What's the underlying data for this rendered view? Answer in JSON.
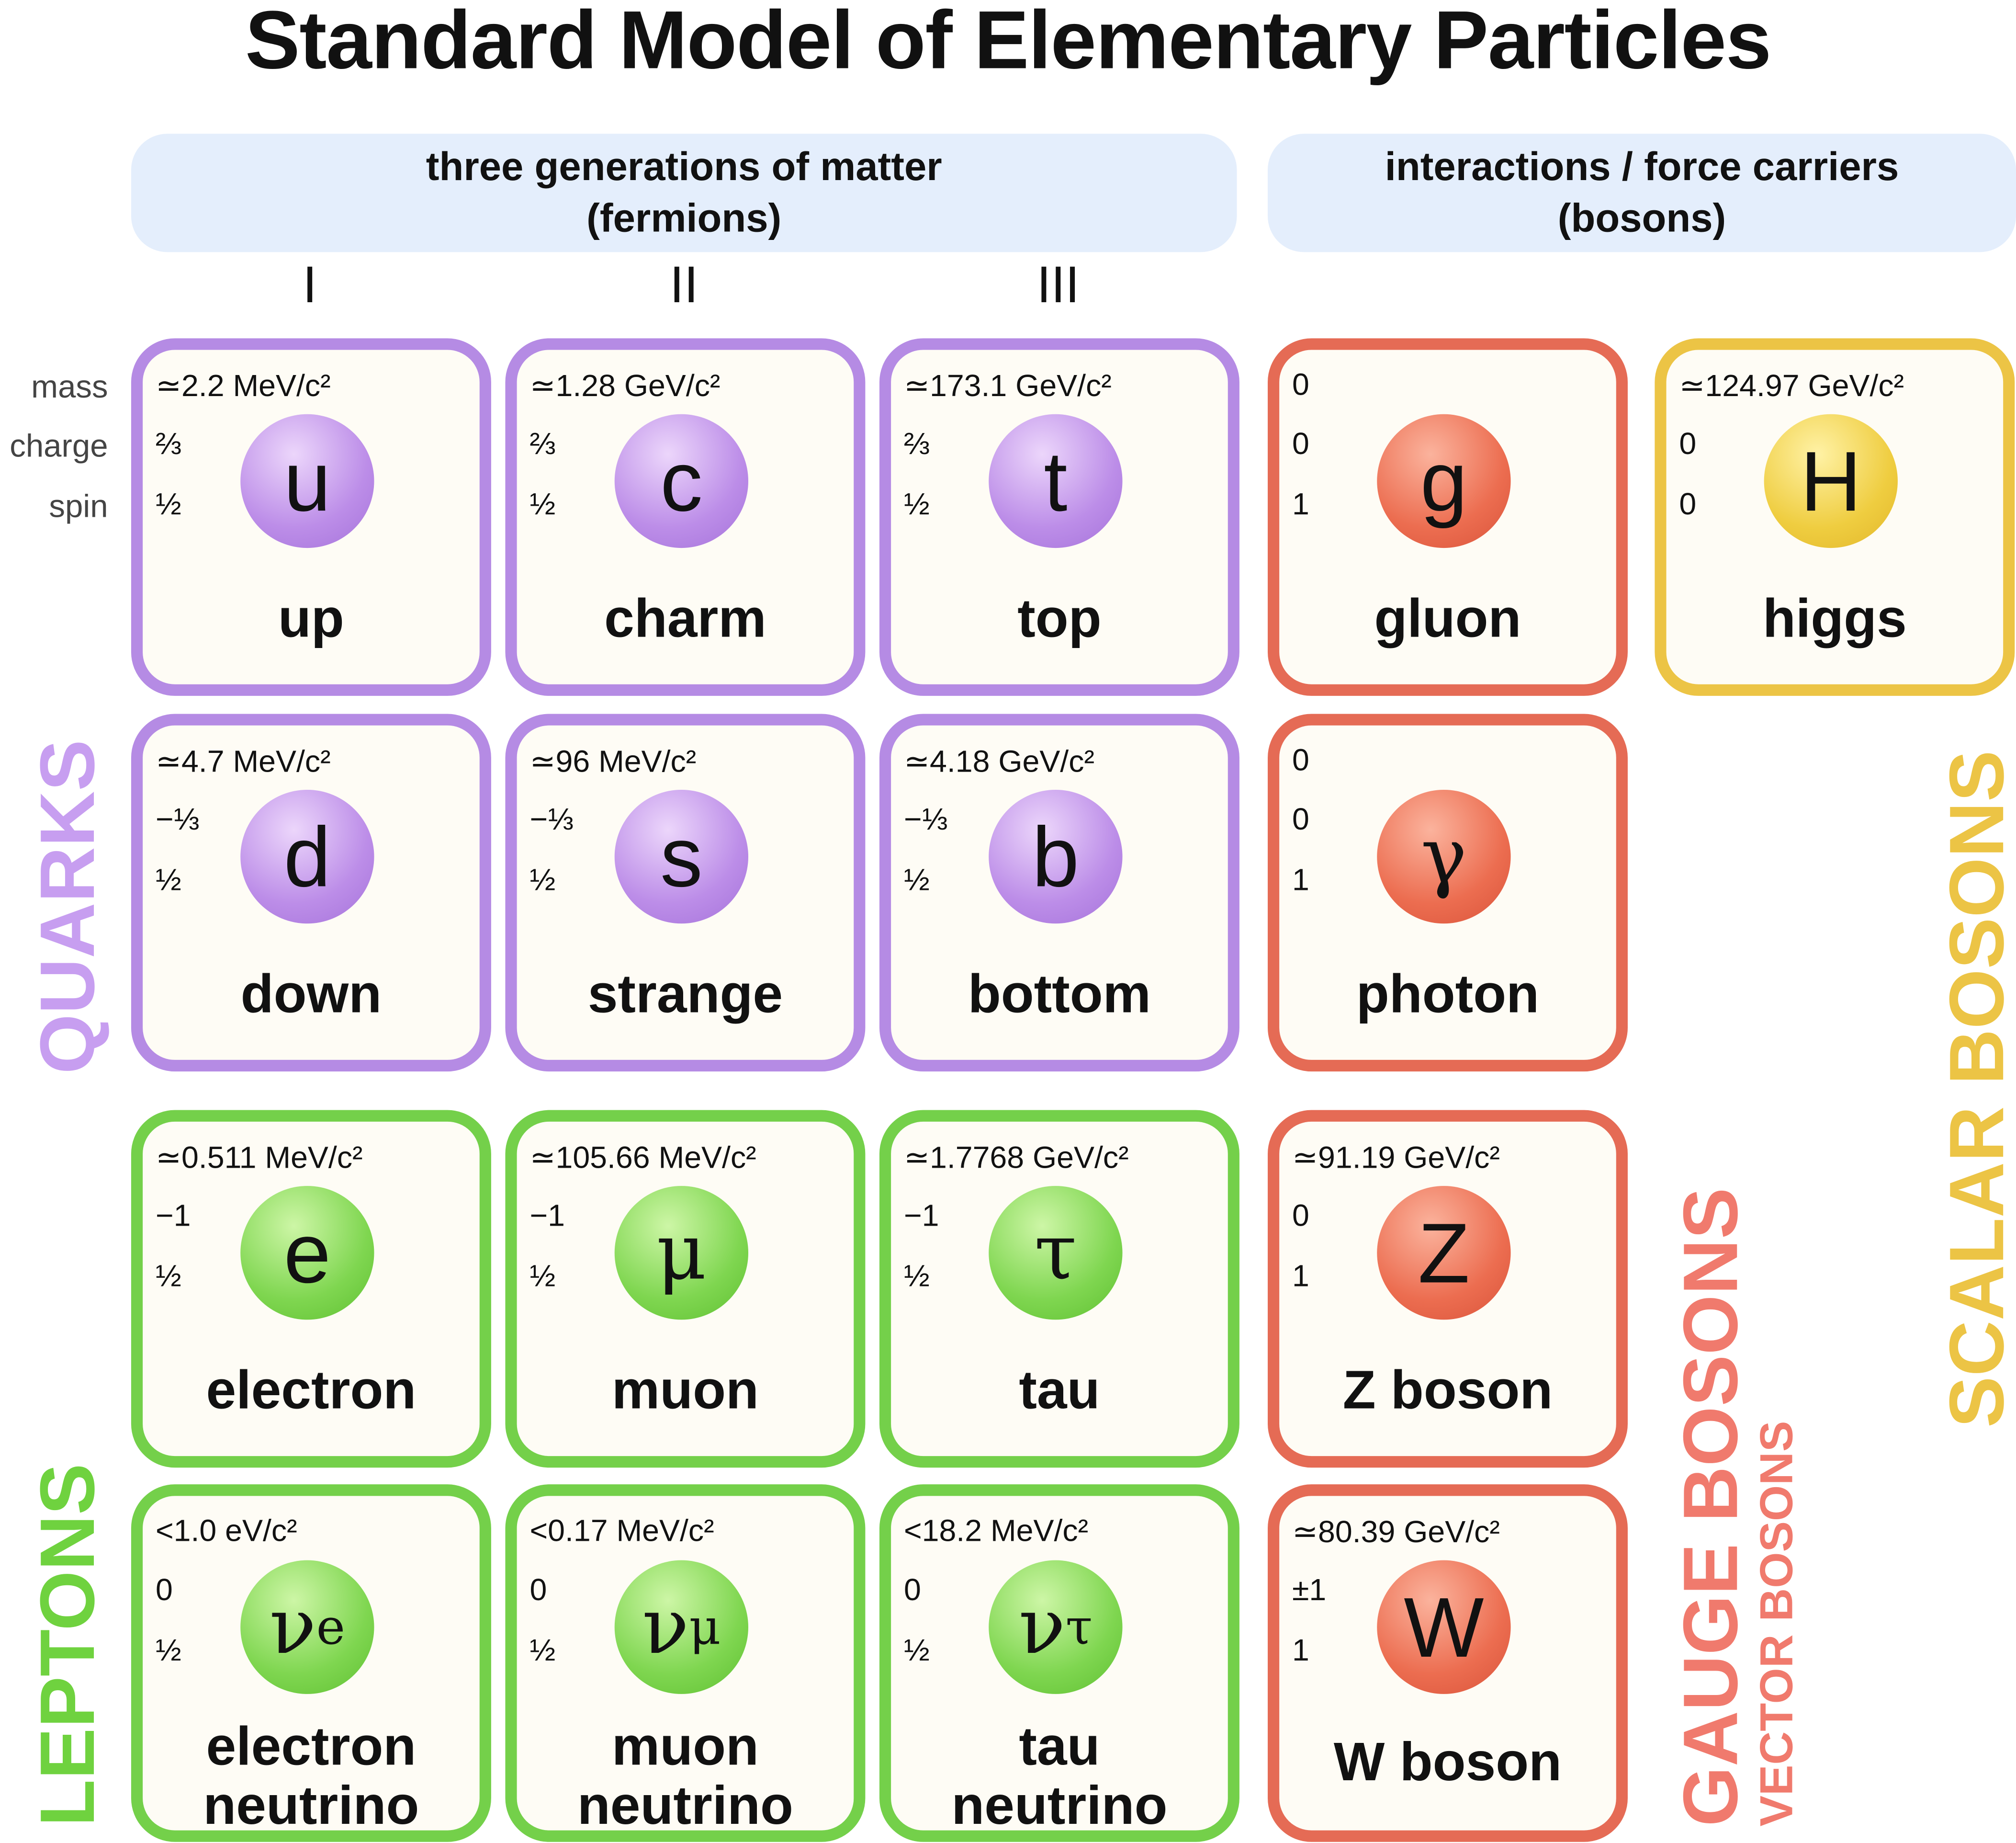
{
  "title": "Standard Model of Elementary Particles",
  "headers": {
    "fermions_line1": "three generations of matter",
    "fermions_line2": "(fermions)",
    "bosons_line1": "interactions / force carriers",
    "bosons_line2": "(bosons)"
  },
  "generations": [
    "I",
    "II",
    "III"
  ],
  "row_labels": {
    "mass": "mass",
    "charge": "charge",
    "spin": "spin"
  },
  "group_labels": {
    "quarks": "QUARKS",
    "leptons": "LEPTONS",
    "gauge_bosons": "GAUGE BOSONS",
    "vector_bosons": "VECTOR BOSONS",
    "scalar_bosons": "SCALAR BOSONS"
  },
  "colors": {
    "quark": "#b58be4",
    "lepton": "#74d04a",
    "gauge": "#e56b55",
    "scalar": "#ecc445",
    "header_bg": "#e4eefc"
  },
  "particles": [
    {
      "id": "up",
      "symbol": "u",
      "name": "up",
      "mass": "≃2.2 MeV/c²",
      "charge": "⅔",
      "spin": "½",
      "color": "purple"
    },
    {
      "id": "charm",
      "symbol": "c",
      "name": "charm",
      "mass": "≃1.28 GeV/c²",
      "charge": "⅔",
      "spin": "½",
      "color": "purple"
    },
    {
      "id": "top",
      "symbol": "t",
      "name": "top",
      "mass": "≃173.1 GeV/c²",
      "charge": "⅔",
      "spin": "½",
      "color": "purple"
    },
    {
      "id": "gluon",
      "symbol": "g",
      "name": "gluon",
      "mass": "0",
      "charge": "0",
      "spin": "1",
      "color": "red"
    },
    {
      "id": "higgs",
      "symbol": "H",
      "name": "higgs",
      "mass": "≃124.97 GeV/c²",
      "charge": "0",
      "spin": "0",
      "color": "yellow"
    },
    {
      "id": "down",
      "symbol": "d",
      "name": "down",
      "mass": "≃4.7 MeV/c²",
      "charge": "−⅓",
      "spin": "½",
      "color": "purple"
    },
    {
      "id": "strange",
      "symbol": "s",
      "name": "strange",
      "mass": "≃96 MeV/c²",
      "charge": "−⅓",
      "spin": "½",
      "color": "purple"
    },
    {
      "id": "bottom",
      "symbol": "b",
      "name": "bottom",
      "mass": "≃4.18 GeV/c²",
      "charge": "−⅓",
      "spin": "½",
      "color": "purple"
    },
    {
      "id": "photon",
      "symbol": "γ",
      "name": "photon",
      "mass": "0",
      "charge": "0",
      "spin": "1",
      "color": "red"
    },
    {
      "id": "electron",
      "symbol": "e",
      "name": "electron",
      "mass": "≃0.511 MeV/c²",
      "charge": "−1",
      "spin": "½",
      "color": "green"
    },
    {
      "id": "muon",
      "symbol": "μ",
      "name": "muon",
      "mass": "≃105.66 MeV/c²",
      "charge": "−1",
      "spin": "½",
      "color": "green"
    },
    {
      "id": "tau",
      "symbol": "τ",
      "name": "tau",
      "mass": "≃1.7768 GeV/c²",
      "charge": "−1",
      "spin": "½",
      "color": "green"
    },
    {
      "id": "zboson",
      "symbol": "Z",
      "name": "Z boson",
      "mass": "≃91.19 GeV/c²",
      "charge": "0",
      "spin": "1",
      "color": "red"
    },
    {
      "id": "enu",
      "symbol": "ν",
      "sub": "e",
      "name": "electron",
      "name2": "neutrino",
      "mass": "<1.0 eV/c²",
      "charge": "0",
      "spin": "½",
      "color": "green"
    },
    {
      "id": "munu",
      "symbol": "ν",
      "sub": "μ",
      "name": "muon",
      "name2": "neutrino",
      "mass": "<0.17 MeV/c²",
      "charge": "0",
      "spin": "½",
      "color": "green"
    },
    {
      "id": "taunu",
      "symbol": "ν",
      "sub": "τ",
      "name": "tau",
      "name2": "neutrino",
      "mass": "<18.2 MeV/c²",
      "charge": "0",
      "spin": "½",
      "color": "green"
    },
    {
      "id": "wboson",
      "symbol": "W",
      "name": "W boson",
      "mass": "≃80.39 GeV/c²",
      "charge": "±1",
      "spin": "1",
      "color": "red"
    }
  ]
}
